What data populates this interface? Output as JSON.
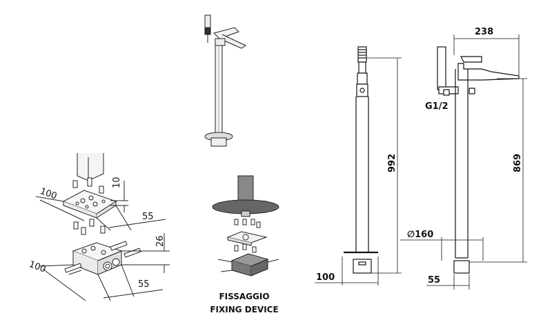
{
  "dimensions": {
    "plate_height": "10",
    "plate_width": "100",
    "plate_depth": "55",
    "block_height": "26",
    "block_width": "100",
    "block_depth": "55",
    "total_height": "992",
    "spout_reach": "238",
    "spout_height": "869",
    "connection": "G1/2",
    "base_diameter": "∅160",
    "front_width": "100",
    "side_width": "55"
  },
  "labels": {
    "fixing_it": "FISSAGGIO",
    "fixing_en": "FIXING DEVICE"
  }
}
